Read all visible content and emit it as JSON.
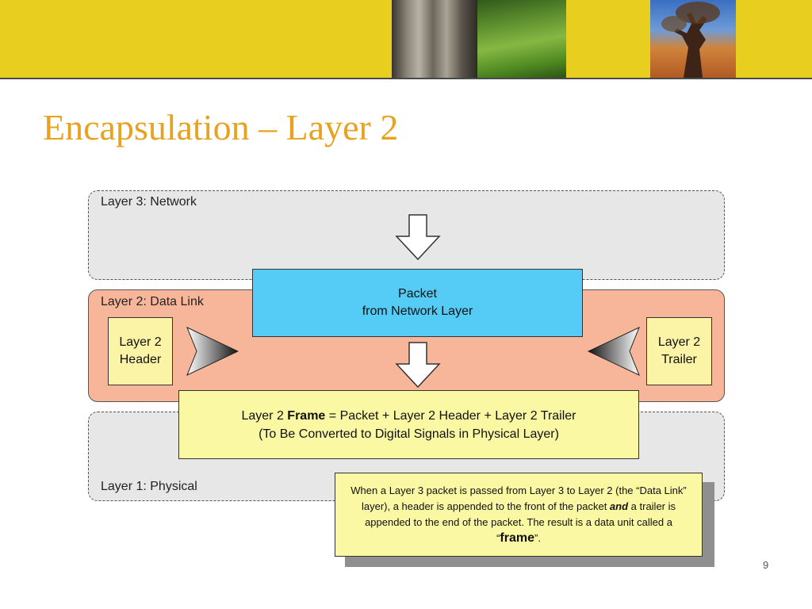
{
  "slide": {
    "title": "Encapsulation – Layer 2",
    "page_number": "9"
  },
  "layers": {
    "layer3": "Layer 3: Network",
    "layer2": "Layer 2: Data Link",
    "layer1": "Layer 1: Physical"
  },
  "packet": {
    "line1": "Packet",
    "line2": "from Network Layer"
  },
  "header": {
    "line1": "Layer 2",
    "line2": "Header"
  },
  "trailer": {
    "line1": "Layer 2",
    "line2": "Trailer"
  },
  "frame": {
    "prefix": "Layer 2 ",
    "bold_word": "Frame",
    "suffix": " = Packet + Layer 2 Header + Layer 2 Trailer",
    "line2": "(To Be Converted to Digital Signals in Physical Layer)"
  },
  "note": {
    "part1": "When a Layer 3 packet is passed from Layer 3 to Layer 2 (the “Data Link” layer), a header is appended to the front of the packet ",
    "emphasis": "and",
    "part2": " a trailer is appended to the end of the packet. The result is a data unit called a “",
    "bold_word": "frame",
    "part3": "”."
  },
  "colors": {
    "title": "#e8a21f",
    "banner": "#e8cf1f",
    "packet_fill": "#55ccf5",
    "datalink_fill": "#f7b69a",
    "layer_fill": "#e7e7e7",
    "yellow_box": "#fbf8a4"
  }
}
